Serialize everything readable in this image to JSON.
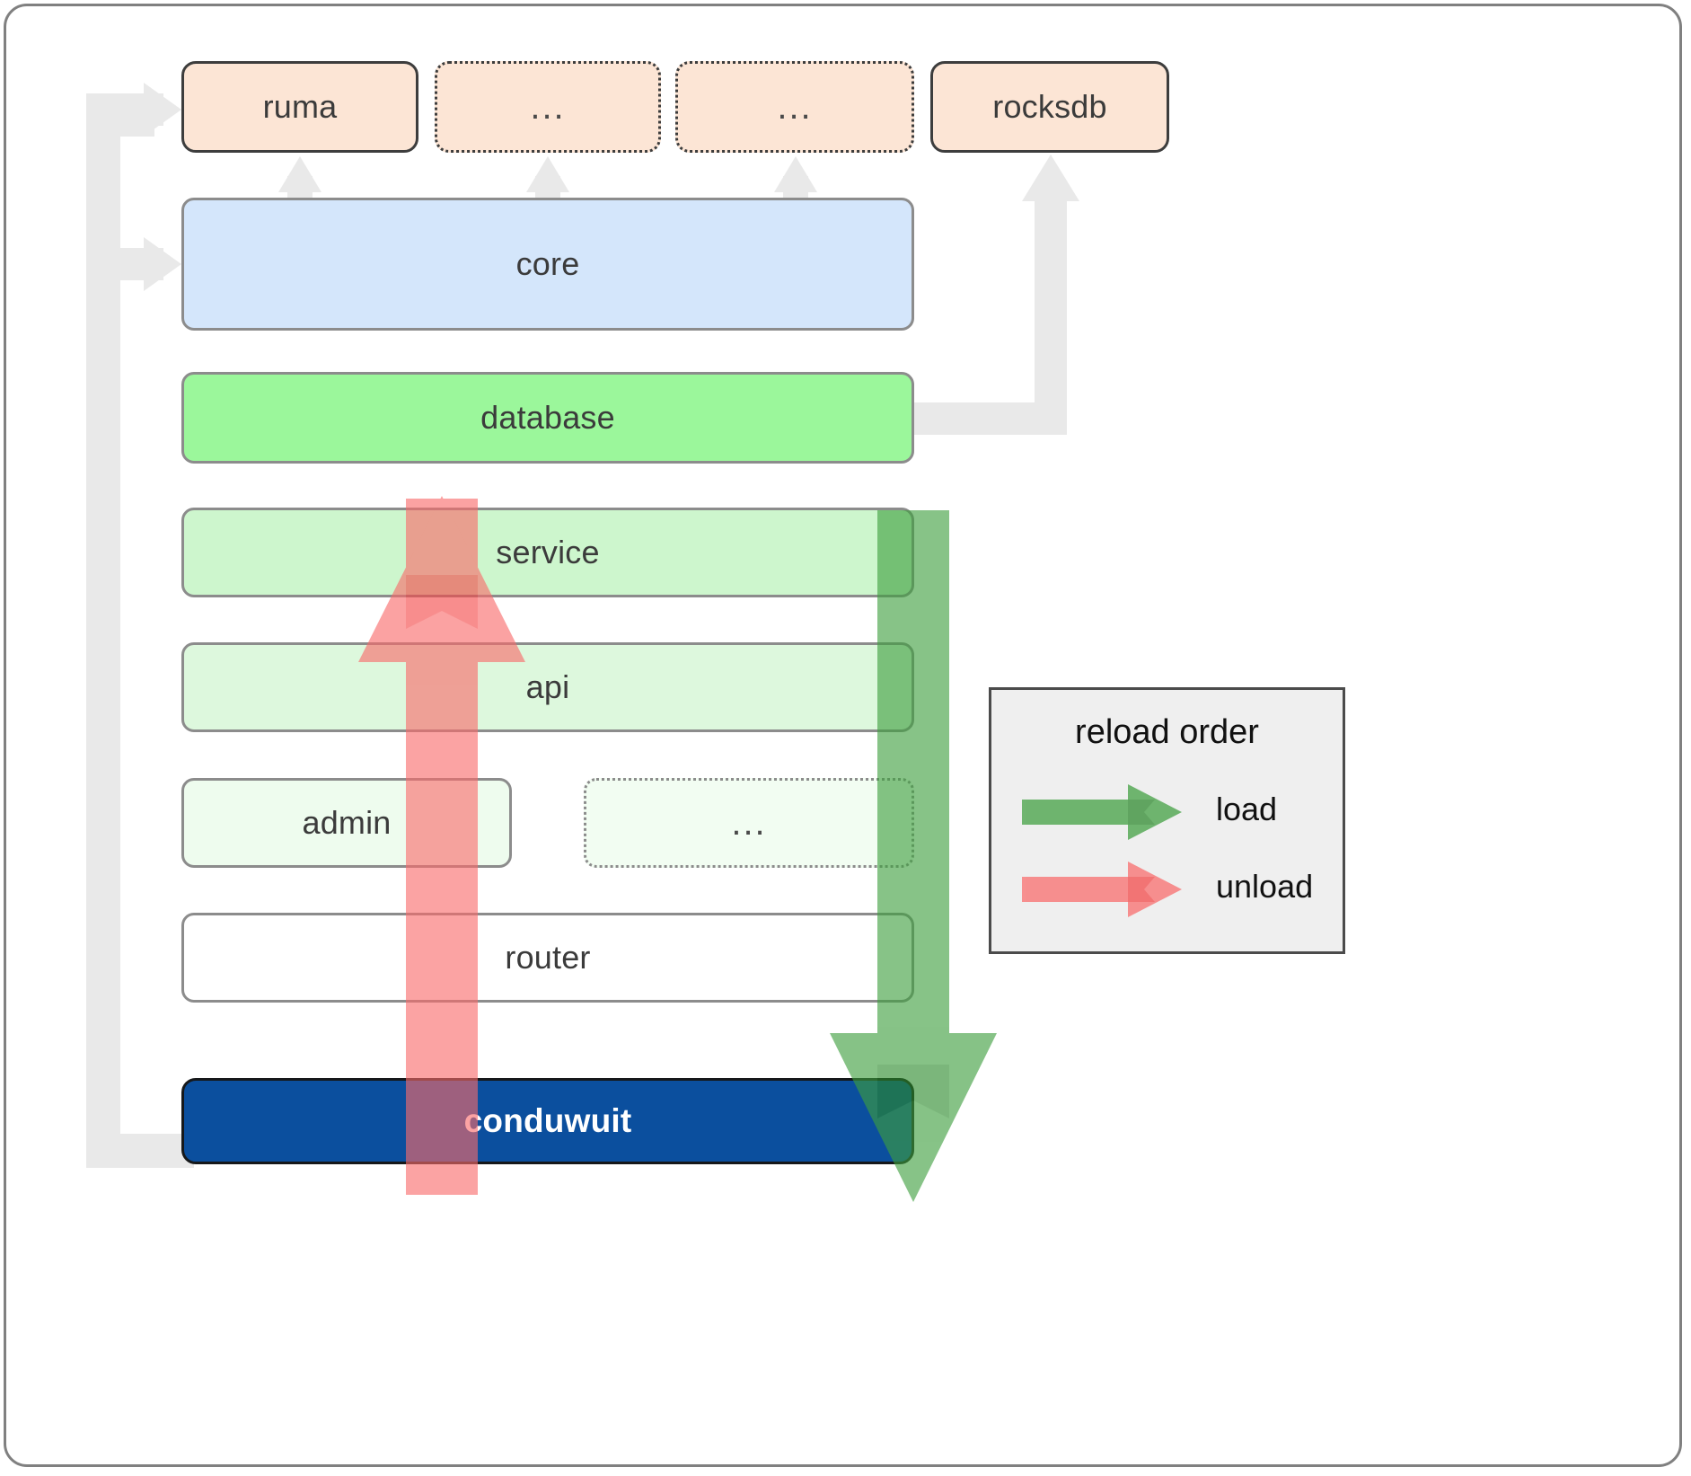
{
  "diagram": {
    "title": "conduwuit crate architecture / reload order",
    "dependencies": [
      {
        "id": "ruma",
        "label": "ruma",
        "style": "solid",
        "fill": "#fce5d5"
      },
      {
        "id": "dots1",
        "label": "...",
        "style": "dotted",
        "fill": "#fce5d5"
      },
      {
        "id": "dots2",
        "label": "...",
        "style": "dotted",
        "fill": "#fce5d5"
      },
      {
        "id": "rocksdb",
        "label": "rocksdb",
        "style": "solid",
        "fill": "#fce5d5"
      }
    ],
    "layers": [
      {
        "id": "core",
        "label": "core",
        "style": "solid",
        "fill": "#d4e6fb"
      },
      {
        "id": "database",
        "label": "database",
        "style": "solid",
        "fill": "#9bf79b"
      },
      {
        "id": "service",
        "label": "service",
        "style": "solid",
        "fill": "#cdf6cd"
      },
      {
        "id": "api",
        "label": "api",
        "style": "solid",
        "fill": "#ddf8dd"
      },
      {
        "id": "admin",
        "label": "admin",
        "style": "solid",
        "fill": "#eefcee"
      },
      {
        "id": "ellipsis",
        "label": "...",
        "style": "dotted",
        "fill": "#f2fdf2"
      },
      {
        "id": "router",
        "label": "router",
        "style": "solid",
        "fill": "#ffffff"
      }
    ],
    "binary": {
      "id": "conduwuit",
      "label": "conduwuit",
      "fill": "#0b4f9e",
      "text_color": "#ffffff"
    },
    "legend": {
      "title": "reload order",
      "items": [
        {
          "id": "load",
          "label": "load",
          "color": "#4caf50",
          "direction": "down"
        },
        {
          "id": "unload",
          "label": "unload",
          "color": "#fa8080",
          "direction": "up"
        }
      ]
    },
    "arrows": {
      "load": {
        "color": "#4caf50",
        "from": "database",
        "to": "router",
        "direction": "down"
      },
      "unload": {
        "color": "#fa8080",
        "from": "router",
        "to": "database",
        "direction": "up"
      }
    },
    "connector_color": "#e9e9e9"
  }
}
